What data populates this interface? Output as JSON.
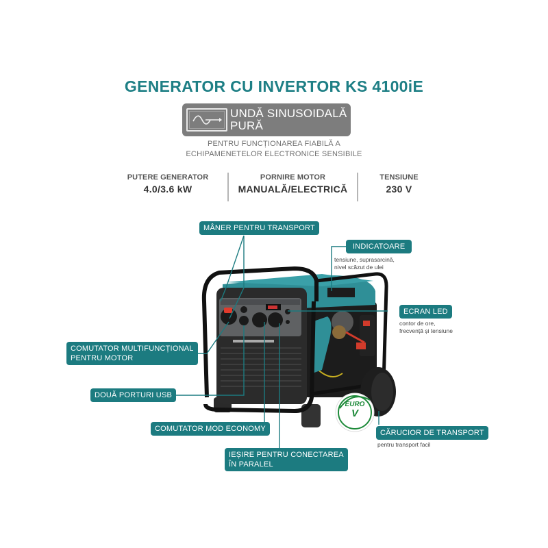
{
  "header": {
    "title": "GENERATOR CU INVERTOR KS 4100iE",
    "badge": {
      "icon": "sine-wave-icon",
      "line1": "UNDĂ SINUSOIDALĂ",
      "line2": "PURĂ"
    },
    "subtitle_line1": "PENTRU FUNCȚIONAREA FIABILĂ A",
    "subtitle_line2": "ECHIPAMENETELOR ELECTRONICE SENSIBILE"
  },
  "specs": [
    {
      "label": "PUTERE GENERATOR",
      "value": "4.0/3.6 kW"
    },
    {
      "label": "PORNIRE MOTOR",
      "value": "MANUALĂ/ELECTRICĂ"
    },
    {
      "label": "TENSIUNE",
      "value": "230 V"
    }
  ],
  "callouts": {
    "handle": {
      "label": "MÂNER PENTRU TRANSPORT"
    },
    "indicators": {
      "label": "INDICATOARE",
      "note_line1": "tensiune, suprasarcină,",
      "note_line2": "nivel scăzut de ulei"
    },
    "led_screen": {
      "label": "ECRAN LED",
      "note_line1": "contor de ore,",
      "note_line2": "frecvență și tensiune"
    },
    "multi_switch": {
      "label_line1": "COMUTATOR MULTIFUNCȚIONAL",
      "label_line2": "PENTRU MOTOR"
    },
    "usb": {
      "label": "DOUĂ PORTURI USB"
    },
    "economy": {
      "label": "COMUTATOR MOD ECONOMY"
    },
    "parallel": {
      "label_line1": "IEȘIRE PENTRU CONECTAREA",
      "label_line2": "ÎN PARALEL"
    },
    "trolley": {
      "label": "CĂRUCIOR DE TRANSPORT",
      "note": "pentru transport facil"
    }
  },
  "euro_badge": {
    "line1": "EURO",
    "line2": "V"
  },
  "colors": {
    "accent": "#1c7b80",
    "title": "#1e7f85",
    "badge_gray": "#7d7d7d",
    "generator_teal": "#2f8f97"
  }
}
